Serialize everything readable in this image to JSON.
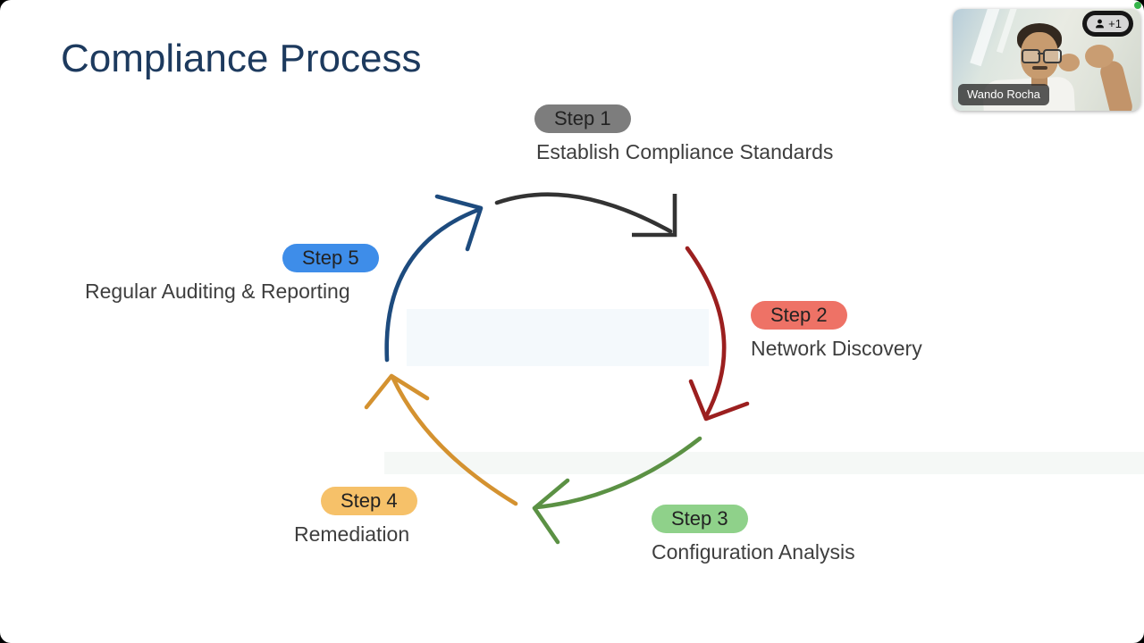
{
  "slide": {
    "title": "Compliance Process",
    "title_color": "#1d3a5e",
    "steps": [
      {
        "label": "Step 1",
        "description": "Establish Compliance Standards",
        "pill_color": "#7d7d7d",
        "arrow_color": "#333333"
      },
      {
        "label": "Step 2",
        "description": "Network Discovery",
        "pill_color": "#ee7266",
        "arrow_color": "#9b1f1f"
      },
      {
        "label": "Step 3",
        "description": "Configuration Analysis",
        "pill_color": "#8fd18a",
        "arrow_color": "#5b9144"
      },
      {
        "label": "Step 4",
        "description": "Remediation",
        "pill_color": "#f6c169",
        "arrow_color": "#d49230"
      },
      {
        "label": "Step 5",
        "description": "Regular Auditing & Reporting",
        "pill_color": "#3e8de9",
        "arrow_color": "#1d4b7e"
      }
    ]
  },
  "webcam": {
    "participant_name": "Wando Rocha",
    "overflow_count": "+1",
    "icons": {
      "participants": "person-icon"
    },
    "status_dot_color": "#35b54a"
  }
}
